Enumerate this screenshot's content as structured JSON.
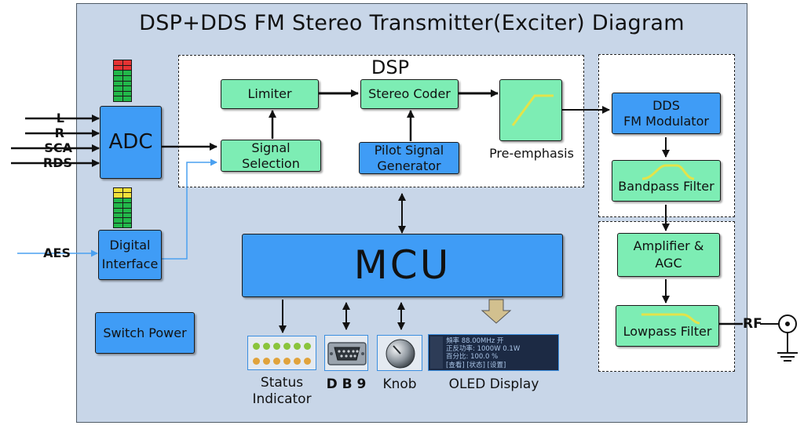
{
  "title": "DSP+DDS FM Stereo Transmitter(Exciter) Diagram",
  "dsp_label": "DSP",
  "inputs": {
    "l": "L",
    "r": "R",
    "sca": "SCA",
    "rds": "RDS",
    "aes": "AES"
  },
  "output": "RF",
  "blocks": {
    "adc": "ADC",
    "digital_interface_line1": "Digital",
    "digital_interface_line2": "Interface",
    "switch_power": "Switch Power",
    "limiter": "Limiter",
    "stereo_coder": "Stereo Coder",
    "signal_selection_line1": "Signal",
    "signal_selection_line2": "Selection",
    "pilot_generator_line1": "Pilot Signal",
    "pilot_generator_line2": "Generator",
    "pre_emphasis": "Pre-emphasis",
    "mcu": "MCU",
    "dds_line1": "DDS",
    "dds_line2": "FM Modulator",
    "bandpass": "Bandpass Filter",
    "amplifier_line1": "Amplifier &",
    "amplifier_line2": "AGC",
    "lowpass": "Lowpass Filter"
  },
  "peripherals": {
    "status_line1": "Status",
    "status_line2": "Indicator",
    "db9": "D B 9",
    "knob": "Knob",
    "oled": "OLED Display"
  },
  "oled_screen": {
    "row1": "頻率 88.00MHz  开",
    "row2": "正反功率: 1000W  0.1W",
    "row3": "百分比: 100.0  %",
    "row4": "[查看]  [状态]  [设置]"
  },
  "colors": {
    "panel": "#c8d6e8",
    "blue_block": "#3f9cf6",
    "green_block": "#7dedb4",
    "aes_line": "#4aa0f0"
  }
}
